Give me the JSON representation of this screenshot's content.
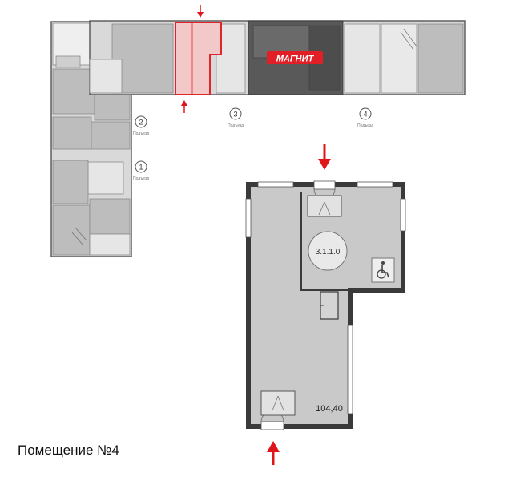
{
  "caption": "Помещение №4",
  "key_plan": {
    "brand_label": "МАГНИТ",
    "sections": [
      {
        "number": "1",
        "label": "Подъезд"
      },
      {
        "number": "2",
        "label": "Подъезд"
      },
      {
        "number": "3",
        "label": "Подъезд"
      },
      {
        "number": "4",
        "label": "Подъезд"
      }
    ]
  },
  "unit_plan": {
    "room_id": "3.1.1.0",
    "area": "104,40",
    "accessibility_icon": "wheelchair-icon"
  },
  "colors": {
    "highlight": "#e0262c",
    "arrow": "#e0151b",
    "room_fill": "#b3b3b3",
    "dark_block": "#595959",
    "plan_fill": "#c9c9c9",
    "wall": "#3a3a3a",
    "brand_bg": "#e01f26"
  }
}
